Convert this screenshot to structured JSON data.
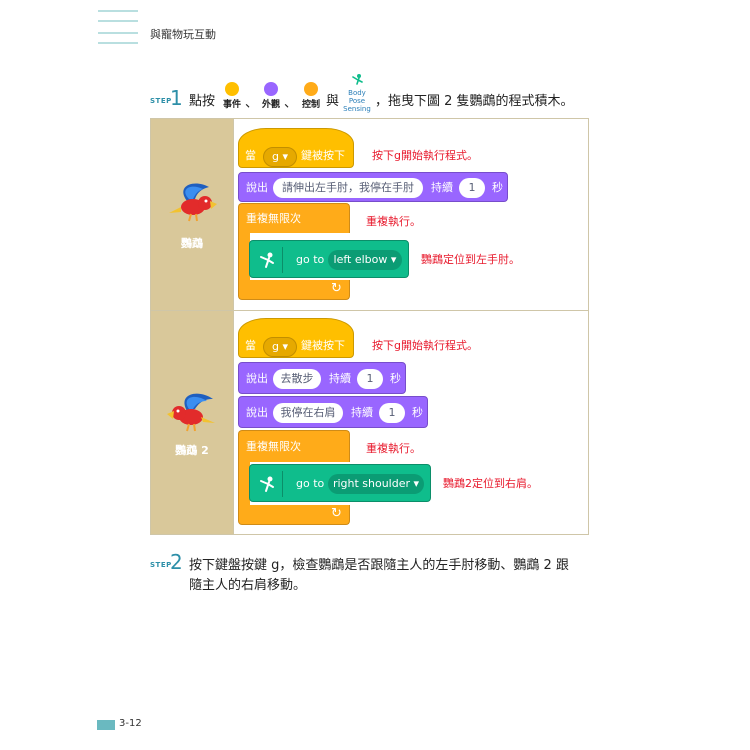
{
  "header": {
    "title": "與寵物玩互動"
  },
  "step1": {
    "tag": "STEP",
    "num": "1",
    "prefix": "點按",
    "sep1": "、",
    "sep2": "、",
    "and": "與",
    "suffix": "，拖曳下圖 2 隻鸚鵡的程式積木。",
    "categories": [
      {
        "label": "事件",
        "color": "#ffbf00"
      },
      {
        "label": "外觀",
        "color": "#9966ff"
      },
      {
        "label": "控制",
        "color": "#ffab19"
      }
    ],
    "extension": {
      "line1": "Body",
      "line2": "Pose",
      "line3": "Sensing",
      "color": "#0fbd8c"
    }
  },
  "sprites": [
    {
      "name": "鸚鵡",
      "hat": {
        "prefix": "當",
        "key": "g",
        "suffix": "鍵被按下",
        "note": "按下g開始執行程式。"
      },
      "says": [
        {
          "label": "說出",
          "text": "請伸出左手肘，我停在手肘",
          "duration_label": "持續",
          "seconds": "1",
          "unit": "秒"
        }
      ],
      "forever": {
        "label": "重複無限次",
        "note": "重複執行。"
      },
      "goto": {
        "label": "go to",
        "target": "left elbow",
        "note": "鸚鵡定位到左手肘。"
      },
      "loop_arrow": "↻"
    },
    {
      "name": "鸚鵡 2",
      "hat": {
        "prefix": "當",
        "key": "g",
        "suffix": "鍵被按下",
        "note": "按下g開始執行程式。"
      },
      "says": [
        {
          "label": "說出",
          "text": "去散步",
          "duration_label": "持續",
          "seconds": "1",
          "unit": "秒"
        },
        {
          "label": "說出",
          "text": "我停在右肩",
          "duration_label": "持續",
          "seconds": "1",
          "unit": "秒"
        }
      ],
      "forever": {
        "label": "重複無限次",
        "note": "重複執行。"
      },
      "goto": {
        "label": "go to",
        "target": "right shoulder",
        "note": "鸚鵡2定位到右肩。"
      },
      "loop_arrow": "↻"
    }
  ],
  "step2": {
    "tag": "STEP",
    "num": "2",
    "line1": "按下鍵盤按鍵 g，檢查鸚鵡是否跟隨主人的左手肘移動、鸚鵡 2 跟",
    "line2": "隨主人的右肩移動。"
  },
  "footer": {
    "page": "3-12"
  }
}
